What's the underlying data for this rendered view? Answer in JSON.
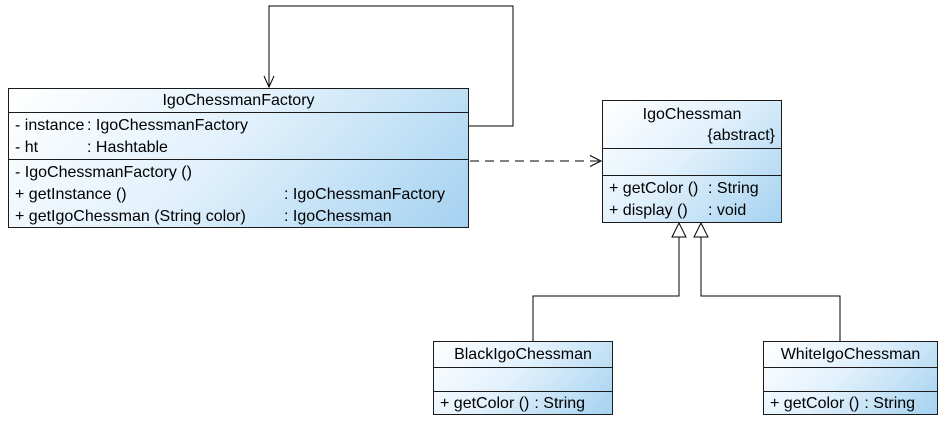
{
  "classes": {
    "factory": {
      "name": "IgoChessmanFactory",
      "attributes": [
        {
          "name": "- instance",
          "type": ": IgoChessmanFactory"
        },
        {
          "name": "- ht",
          "type": ": Hashtable"
        }
      ],
      "methods": [
        {
          "name": "- IgoChessmanFactory ()",
          "type": ""
        },
        {
          "name": "+ getInstance ()",
          "type": ": IgoChessmanFactory"
        },
        {
          "name": "+ getIgoChessman (String color)",
          "type": ": IgoChessman"
        }
      ]
    },
    "chessman": {
      "name": "IgoChessman",
      "stereotype": "{abstract}",
      "methods": [
        {
          "name": "+ getColor ()",
          "type": ": String"
        },
        {
          "name": "+ display ()",
          "type": ": void"
        }
      ]
    },
    "black": {
      "name": "BlackIgoChessman",
      "methods": [
        {
          "name": "+ getColor ()",
          "type": ": String"
        }
      ]
    },
    "white": {
      "name": "WhiteIgoChessman",
      "methods": [
        {
          "name": "+ getColor ()",
          "type": ": String"
        }
      ]
    }
  },
  "relations": [
    {
      "type": "self-association",
      "from": "IgoChessmanFactory",
      "to": "IgoChessmanFactory",
      "style": "solid, open arrow"
    },
    {
      "type": "dependency",
      "from": "IgoChessmanFactory",
      "to": "IgoChessman",
      "style": "dashed, open arrow"
    },
    {
      "type": "generalization",
      "from": "BlackIgoChessman",
      "to": "IgoChessman",
      "style": "solid, hollow triangle"
    },
    {
      "type": "generalization",
      "from": "WhiteIgoChessman",
      "to": "IgoChessman",
      "style": "solid, hollow triangle"
    }
  ],
  "colors": {
    "box_fill_light": "#ffffff",
    "box_fill_dark": "#a5d2f0",
    "box_border": "#1a1a1a",
    "connector": "#000000",
    "background": "#ffffff"
  }
}
